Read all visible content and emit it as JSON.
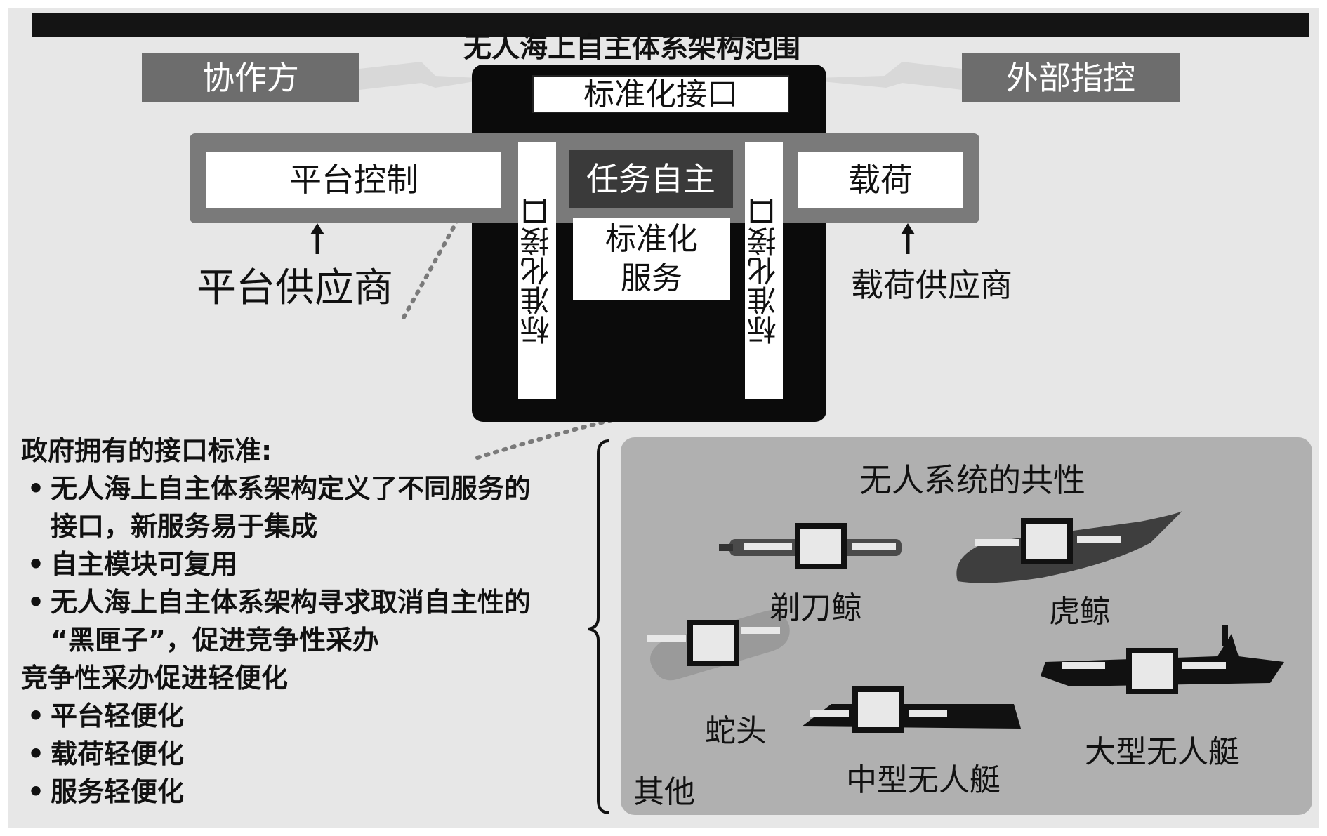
{
  "title": "无人海上自主体系架构范围",
  "std_interface_top": "标准化接口",
  "collaborator": "协作方",
  "external_control": "外部指控",
  "platform_control": "平台控制",
  "mission_autonomy": "任务自主",
  "payload": "载荷",
  "std_interface_vertical_left": "标准化接口",
  "std_interface_vertical_right": "标准化接口",
  "std_service_line1": "标准化",
  "std_service_line2": "服务",
  "platform_supplier": "平台供应商",
  "payload_supplier": "载荷供应商",
  "bullets": {
    "heading1": "政府拥有的接口标准:",
    "b1_line1": "无人海上自主体系架构定义了不同服务的",
    "b1_line2": "接口，新服务易于集成",
    "b2": "自主模块可复用",
    "b3_line1": "无人海上自主体系架构寻求取消自主性的",
    "b3_line2": "“黑匣子”，促进竞争性采办",
    "heading2": "竞争性采办促进轻便化",
    "b4": "平台轻便化",
    "b5": "载荷轻便化",
    "b6": "服务轻便化",
    "bullet_glyph": "•"
  },
  "common": {
    "title": "无人系统的共性",
    "vehicles": [
      "剃刀鲸",
      "虎鲸",
      "蛇头",
      "中型无人艇",
      "大型无人艇"
    ],
    "other": "其他"
  }
}
